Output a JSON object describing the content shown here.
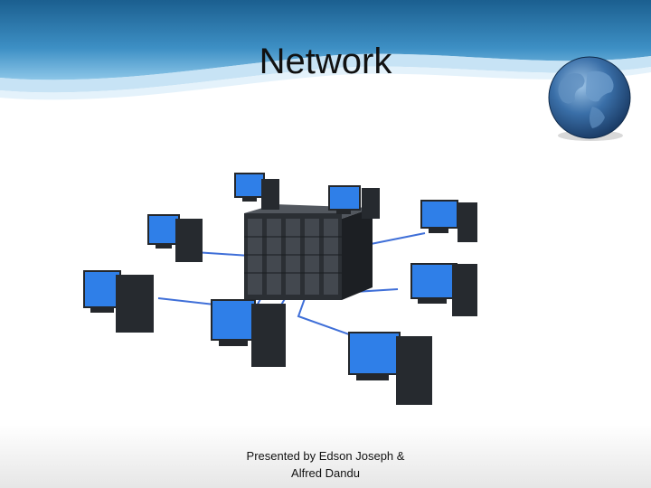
{
  "slide": {
    "title": "Network",
    "presenter_line1": "Presented by Edson Joseph &",
    "presenter_line2": "Alfred Dandu"
  },
  "colors": {
    "banner_dark": "#1b5f8f",
    "banner_light": "#5aa8d6",
    "cable": "#3f6fd8",
    "screen": "#2f7fe8",
    "device_dark": "#262a2f"
  },
  "icons": [
    "globe-icon",
    "server-rack-icon",
    "desktop-computer-icon"
  ]
}
